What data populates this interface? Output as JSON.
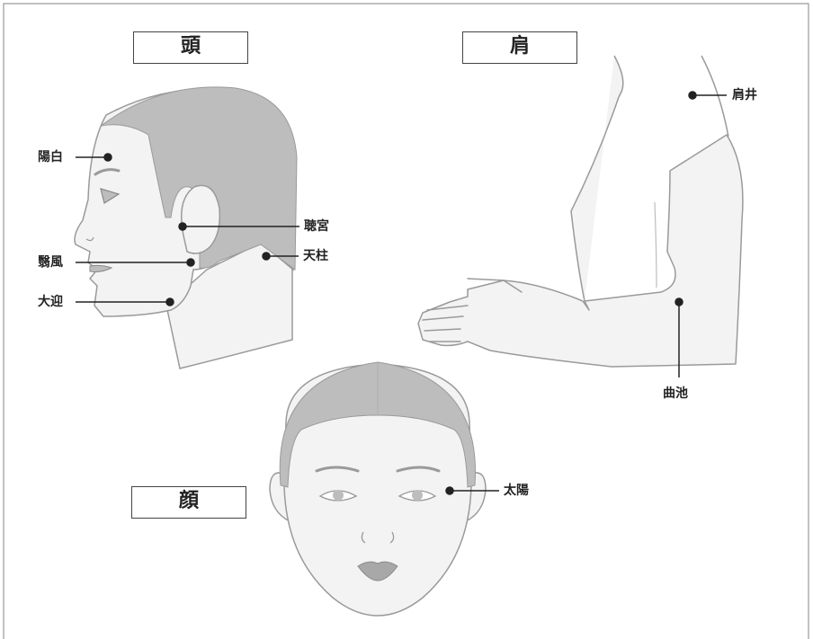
{
  "sections": {
    "head": "頭",
    "shoulder": "肩",
    "face": "顔"
  },
  "points": {
    "yohaku": "陽白",
    "chogu": "聴宮",
    "eifu": "翳風",
    "tenchu": "天柱",
    "geigei": "大迎",
    "kensei": "肩井",
    "kyokuchi": "曲池",
    "taiyo": "太陽"
  },
  "colors": {
    "skin": "#f3f3f3",
    "skin_outline": "#9a9a9a",
    "hair": "#bdbdbd",
    "leader_line": "#222222",
    "border": "#9a9a9a"
  }
}
